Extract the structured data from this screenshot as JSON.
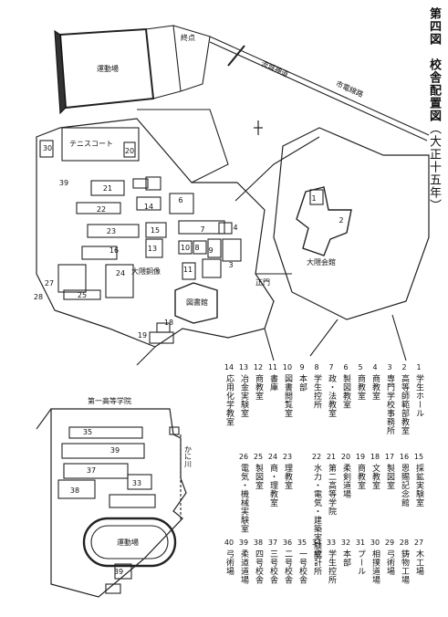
{
  "title": "第四図　校舎配置図",
  "subtitle": "（大正十五年）",
  "map_labels": {
    "athletic_field": "運動場",
    "tennis": "テニスコート",
    "terminus": "終点",
    "tram": "市電線路",
    "river": "流城神道",
    "okuma_statue": "大隈銅像",
    "library": "図書館",
    "okuma_hall": "大隈会館",
    "main_gate": "正門",
    "first_higher": "第一高等学院",
    "kanda_river": "かに川",
    "athletic_field2": "運動場"
  },
  "legend": [
    {
      "num": "1",
      "name": "学生ホール"
    },
    {
      "num": "2",
      "name": "高等師範部教室"
    },
    {
      "num": "3",
      "name": "専門学校事務所"
    },
    {
      "num": "4",
      "name": "商教室"
    },
    {
      "num": "5",
      "name": "商教室"
    },
    {
      "num": "6",
      "name": "製図教室"
    },
    {
      "num": "7",
      "name": "政・法教室"
    },
    {
      "num": "8",
      "name": "学生控所"
    },
    {
      "num": "9",
      "name": "本部"
    },
    {
      "num": "10",
      "name": "図書閲覧室"
    },
    {
      "num": "11",
      "name": "書庫"
    },
    {
      "num": "12",
      "name": "商教室"
    },
    {
      "num": "13",
      "name": "冶金実験室"
    },
    {
      "num": "14",
      "name": "応用化学教室"
    },
    {
      "num": "15",
      "name": "採鉱実験室"
    },
    {
      "num": "16",
      "name": "恩賜記念館"
    },
    {
      "num": "17",
      "name": "製図室"
    },
    {
      "num": "18",
      "name": "文教室"
    },
    {
      "num": "19",
      "name": "商教室"
    },
    {
      "num": "20",
      "name": "柔剣道場"
    },
    {
      "num": "21",
      "name": "第二高等学院"
    },
    {
      "num": "22",
      "name": "水力・電気・建築実験室"
    },
    {
      "num": "23",
      "name": "理教室"
    },
    {
      "num": "24",
      "name": "商・理教室"
    },
    {
      "num": "25",
      "name": "製図室"
    },
    {
      "num": "26",
      "name": "電気・機械実験室"
    },
    {
      "num": "27",
      "name": "木工場"
    },
    {
      "num": "28",
      "name": "鋳物工場"
    },
    {
      "num": "29",
      "name": "弓術場"
    },
    {
      "num": "30",
      "name": "相撲道場"
    },
    {
      "num": "31",
      "name": "プール"
    },
    {
      "num": "32",
      "name": "本部"
    },
    {
      "num": "33",
      "name": "学生控所"
    },
    {
      "num": "34",
      "name": "統計所"
    },
    {
      "num": "35",
      "name": "一号校舎"
    },
    {
      "num": "36",
      "name": "二号校舎"
    },
    {
      "num": "37",
      "name": "三号校舎"
    },
    {
      "num": "38",
      "name": "四号校舎"
    },
    {
      "num": "39",
      "name": "柔道道場"
    },
    {
      "num": "40",
      "name": "弓術場"
    }
  ]
}
